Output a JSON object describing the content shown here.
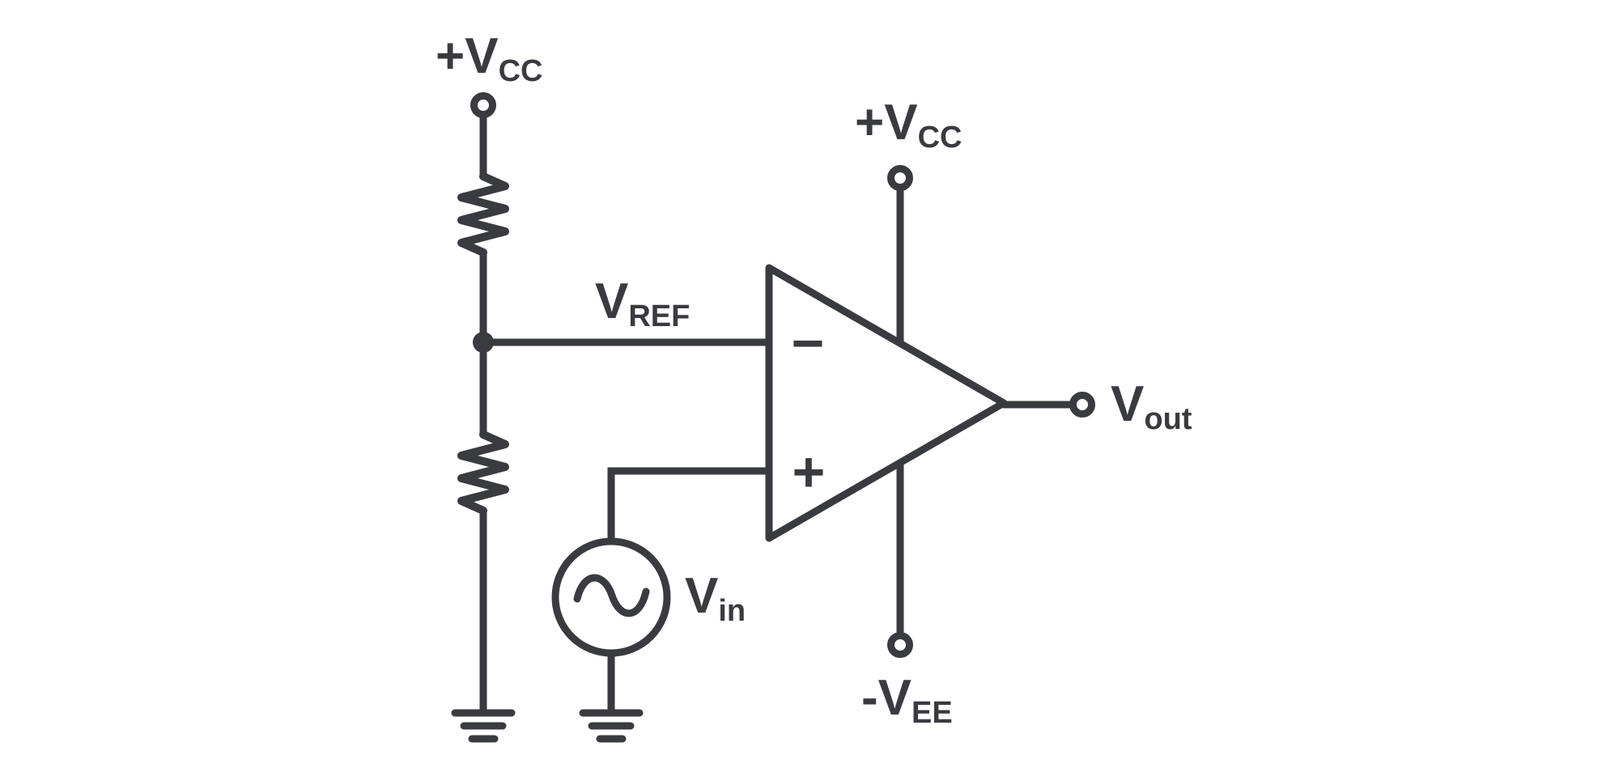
{
  "diagram": {
    "type": "circuit-schematic",
    "description": "Op-amp comparator with voltage-divider reference and AC input source",
    "colors": {
      "stroke": "#3a3b40",
      "background": "#ffffff"
    },
    "labels": {
      "supply_top_left": {
        "main": "+V",
        "sub": "CC"
      },
      "opamp_positive_supply": {
        "main": "+V",
        "sub": "CC"
      },
      "opamp_negative_supply": {
        "main": "-V",
        "sub": "EE"
      },
      "reference": {
        "main": "V",
        "sub": "REF"
      },
      "input": {
        "main": "V",
        "sub": "in"
      },
      "output": {
        "main": "V",
        "sub": "out"
      },
      "inverting_sign": "−",
      "noninverting_sign": "+"
    },
    "components": [
      {
        "name": "vcc-terminal-left",
        "type": "open-terminal"
      },
      {
        "name": "resistor-r-top",
        "type": "resistor"
      },
      {
        "name": "vref-node",
        "type": "junction-dot"
      },
      {
        "name": "resistor-r-bottom",
        "type": "resistor"
      },
      {
        "name": "ground-divider",
        "type": "ground"
      },
      {
        "name": "opamp",
        "type": "operational-amplifier"
      },
      {
        "name": "opamp-vcc-terminal",
        "type": "open-terminal"
      },
      {
        "name": "opamp-vee-terminal",
        "type": "open-terminal"
      },
      {
        "name": "ac-source-vin",
        "type": "ac-voltage-source"
      },
      {
        "name": "ground-source",
        "type": "ground"
      },
      {
        "name": "vout-terminal",
        "type": "open-terminal"
      }
    ]
  }
}
